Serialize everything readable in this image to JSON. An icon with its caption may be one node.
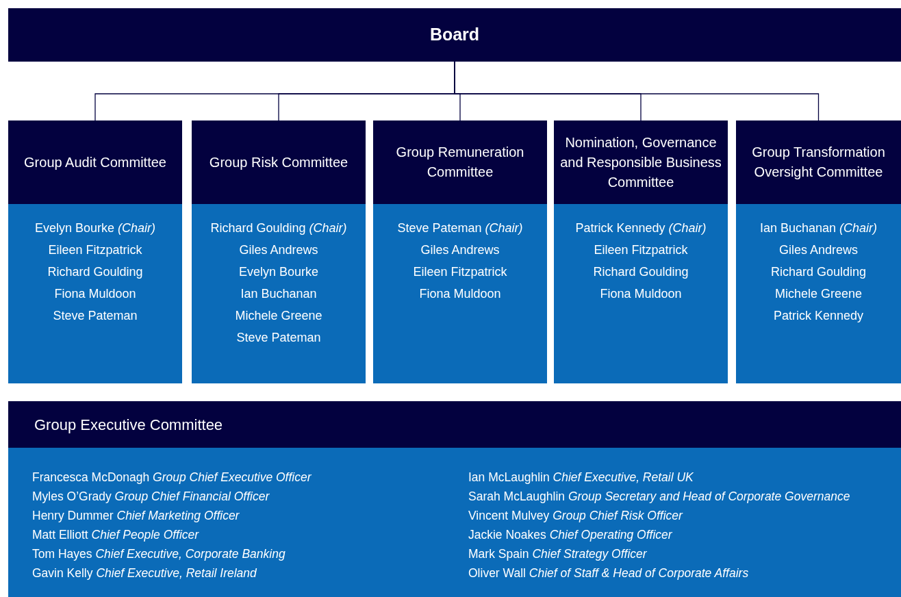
{
  "diagram": {
    "nodes": [
      {
        "text": [
          "Board"
        ]
      },
      {
        "text": [
          "Group Audit Committee",
          "Evelyn Bourke *(Chair)*",
          "Eileen Fitzpatrick",
          "Richard Goulding",
          "Fiona Muldoon",
          "Steve Pateman"
        ]
      },
      {
        "text": [
          "Group Risk Committee",
          "Richard Goulding *(Chair)*",
          "Giles Andrews",
          "Evelyn Bourke",
          "Ian Buchanan",
          "Michele Greene",
          "Steve Pateman"
        ]
      },
      {
        "text": [
          "Group Remuneration Committee",
          "Steve Pateman *(Chair)*",
          "Giles Andrews",
          "Eileen Fitzpatrick",
          "Fiona Muldoon"
        ]
      },
      {
        "text": [
          "Nomination, Governance and Responsible Business Committee",
          "Patrick Kennedy *(Chair)*",
          "Eileen Fitzpatrick",
          "Richard Goulding",
          "Fiona Muldoon"
        ]
      },
      {
        "text": [
          "Group Transformation Oversight Committee",
          "Ian Buchanan *(Chair)*",
          "Giles Andrews",
          "Richard Goulding",
          "Michele Greene",
          "Patrick Kennedy"
        ]
      },
      {
        "text": [
          "Group Executive Committee",
          "Francesca McDonagh *Group Chief Executive Officer*",
          "Myles O’Grady *Group Chief Financial Officer*",
          "Henry Dummer *Chief Marketing Officer*",
          "Matt Elliott *Chief People Officer*",
          "Tom Hayes *Chief Executive, Corporate Banking*",
          "Gavin Kelly *Chief Executive, Retail Ireland*",
          "Ian McLaughlin *Chief Executive, Retail UK*",
          "Sarah McLaughlin *Group Secretary and Head of Corporate Governance*",
          "Vincent Mulvey *Group Chief Risk Officer*",
          "Jackie Noakes *Chief Operating Officer*",
          "Mark Spain *Chief Strategy Officer*",
          "Oliver Wall *Chief of Staff & Head of Corporate Affairs*"
        ]
      }
    ],
    "edges": [
      {
        "from": 0,
        "to": 1,
        "arrow": "none"
      },
      {
        "from": 0,
        "to": 2,
        "arrow": "none"
      },
      {
        "from": 0,
        "to": 3,
        "arrow": "none"
      },
      {
        "from": 0,
        "to": 4,
        "arrow": "none"
      },
      {
        "from": 0,
        "to": 5,
        "arrow": "none"
      }
    ]
  }
}
